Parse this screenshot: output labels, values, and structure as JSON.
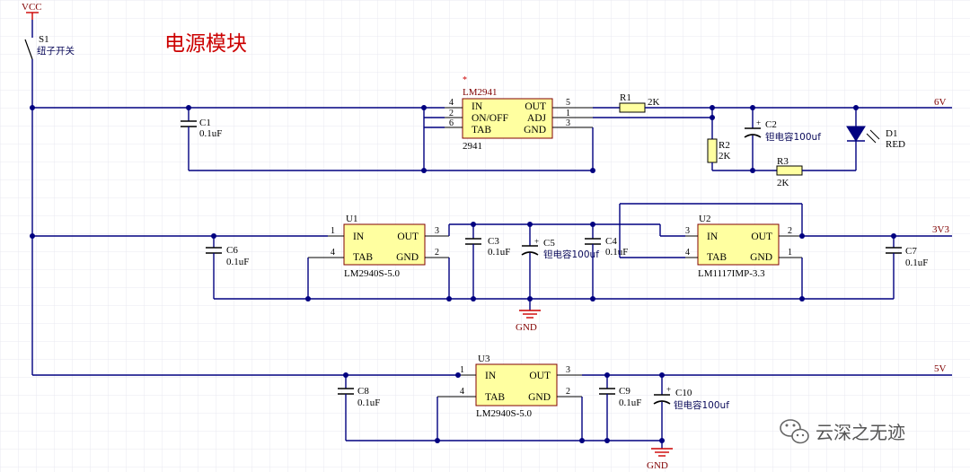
{
  "title": "电源模块",
  "nets": {
    "vcc": "VCC",
    "v6": "6V",
    "v3v3": "3V3",
    "v5": "5V",
    "gnd": "GND",
    "gnd2": "GND"
  },
  "switch": {
    "designator": "S1",
    "value": "纽子开关"
  },
  "lm2941": {
    "mark": "*",
    "designator": "LM2941",
    "part": "2941",
    "pins": {
      "in": "IN",
      "onoff": "ON/OFF",
      "tab": "TAB",
      "out": "OUT",
      "adj": "ADJ",
      "gnd": "GND"
    },
    "pin_numbers": {
      "in": "4",
      "onoff": "2",
      "tab": "6",
      "out": "5",
      "adj": "1",
      "gnd": "3"
    }
  },
  "u1": {
    "designator": "U1",
    "part": "LM2940S-5.0",
    "pins": {
      "in": "IN",
      "tab": "TAB",
      "out": "OUT",
      "gnd": "GND"
    },
    "pin_numbers": {
      "in": "1",
      "tab": "4",
      "out": "3",
      "gnd": "2"
    }
  },
  "u2": {
    "designator": "U2",
    "part": "LM1117IMP-3.3",
    "pins": {
      "in": "IN",
      "tab": "TAB",
      "out": "OUT",
      "gnd": "GND"
    },
    "pin_numbers": {
      "in": "3",
      "tab": "4",
      "out": "2",
      "gnd": "1"
    }
  },
  "u3": {
    "designator": "U3",
    "part": "LM2940S-5.0",
    "pins": {
      "in": "IN",
      "tab": "TAB",
      "out": "OUT",
      "gnd": "GND"
    },
    "pin_numbers": {
      "in": "1",
      "tab": "4",
      "out": "3",
      "gnd": "2"
    }
  },
  "components": {
    "c1": {
      "designator": "C1",
      "value": "0.1uF"
    },
    "c2": {
      "designator": "C2",
      "value": "钽电容100uf"
    },
    "c3": {
      "designator": "C3",
      "value": "0.1uF"
    },
    "c4": {
      "designator": "C4",
      "value": "0.1uF"
    },
    "c5": {
      "designator": "C5",
      "value": "钽电容100uf"
    },
    "c6": {
      "designator": "C6",
      "value": "0.1uF"
    },
    "c7": {
      "designator": "C7",
      "value": "0.1uF"
    },
    "c8": {
      "designator": "C8",
      "value": "0.1uF"
    },
    "c9": {
      "designator": "C9",
      "value": "0.1uF"
    },
    "c10": {
      "designator": "C10",
      "value": "钽电容100uf"
    },
    "r1": {
      "designator": "R1",
      "value": "2K"
    },
    "r2": {
      "designator": "R2",
      "value": "2K"
    },
    "r3": {
      "designator": "R3",
      "value": "2K"
    },
    "d1": {
      "designator": "D1",
      "value": "RED"
    }
  },
  "watermark": {
    "text": "云深之无迹",
    "icon": "wechat-icon"
  }
}
